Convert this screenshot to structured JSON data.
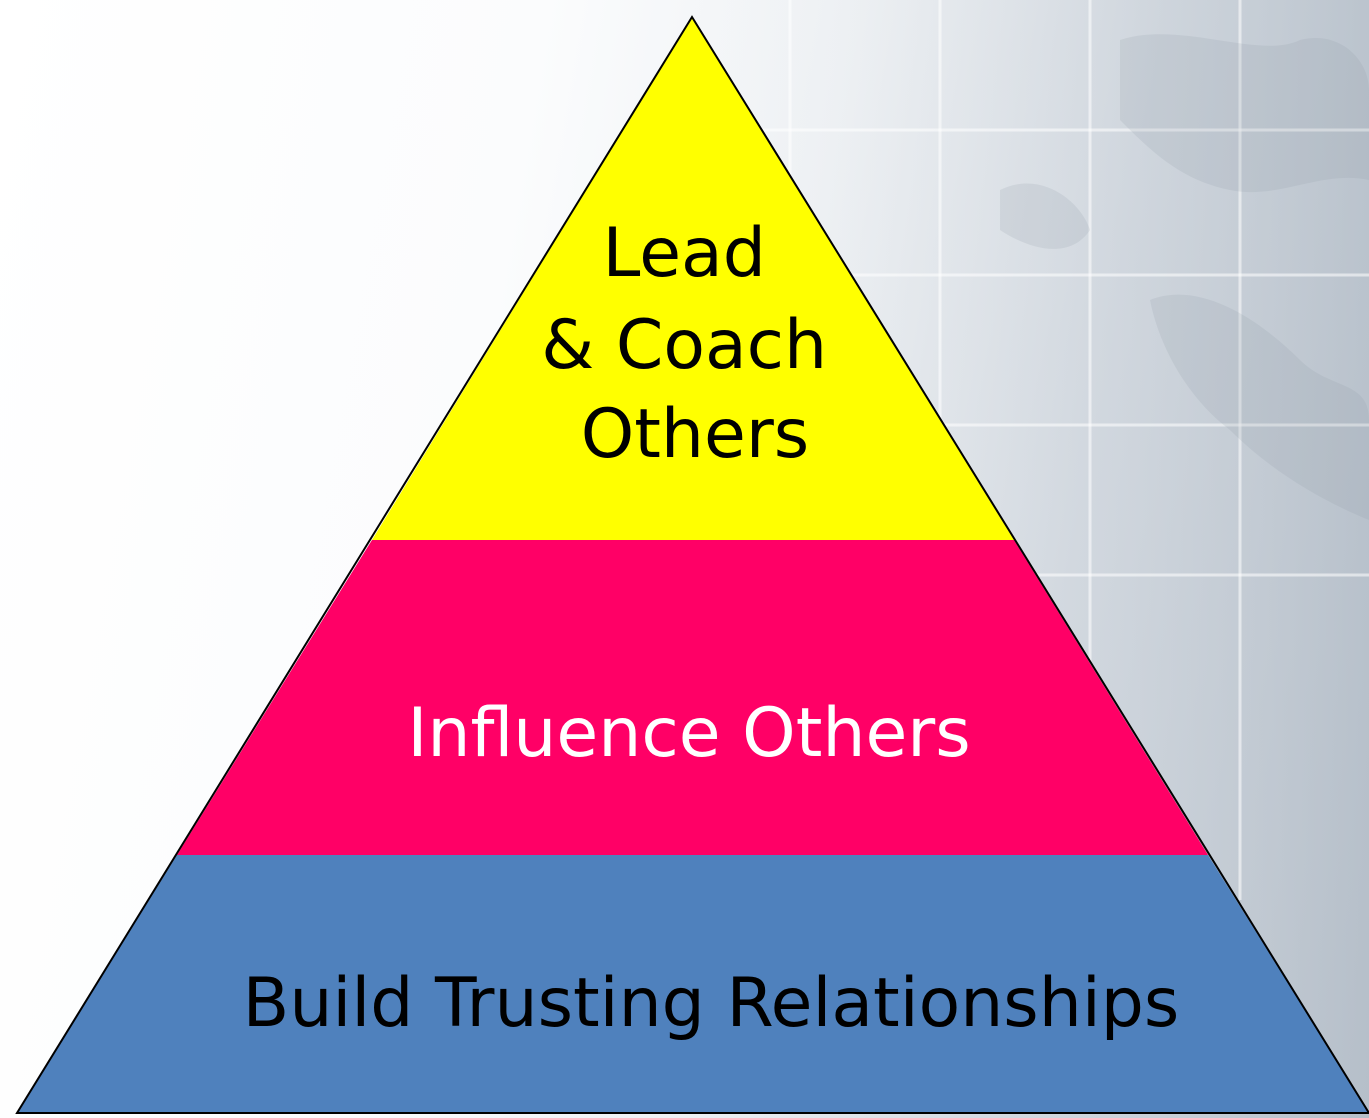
{
  "slide": {
    "colors": {
      "top": "#ffff00",
      "middle": "#ff0066",
      "bottom": "#4f81bd",
      "outline": "#000000"
    }
  },
  "pyramid": {
    "tiers": [
      {
        "name": "top",
        "lines": [
          "Lead",
          "& Coach",
          "Others"
        ],
        "text_color": "#000000"
      },
      {
        "name": "middle",
        "lines": [
          "Influence Others"
        ],
        "text_color": "#ffffff"
      },
      {
        "name": "bottom",
        "lines": [
          "Build Trusting Relationships"
        ],
        "text_color": "#000000"
      }
    ]
  }
}
